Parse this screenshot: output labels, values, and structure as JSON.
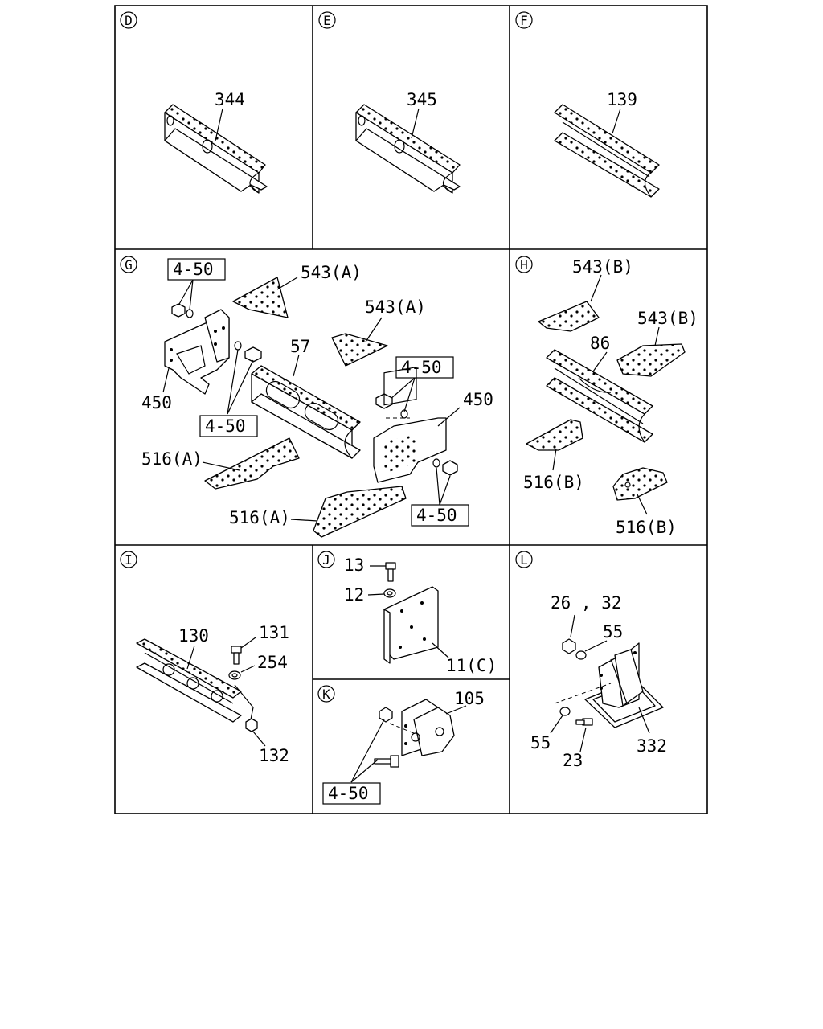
{
  "sections": [
    {
      "id": "D",
      "labels": [
        "344"
      ]
    },
    {
      "id": "E",
      "labels": [
        "345"
      ]
    },
    {
      "id": "F",
      "labels": [
        "139"
      ]
    },
    {
      "id": "G",
      "labels": [
        "4-50",
        "543(A)",
        "543(A)",
        "57",
        "450",
        "4-50",
        "4-50",
        "450",
        "516(A)",
        "516(A)",
        "4-50"
      ]
    },
    {
      "id": "H",
      "labels": [
        "543(B)",
        "543(B)",
        "86",
        "516(B)",
        "516(B)"
      ]
    },
    {
      "id": "I",
      "labels": [
        "130",
        "131",
        "254",
        "132"
      ]
    },
    {
      "id": "J",
      "labels": [
        "13",
        "12",
        "11(C)"
      ]
    },
    {
      "id": "K",
      "labels": [
        "105",
        "4-50"
      ]
    },
    {
      "id": "L",
      "labels": [
        "26 , 32",
        "55",
        "55",
        "23",
        "332"
      ]
    }
  ]
}
